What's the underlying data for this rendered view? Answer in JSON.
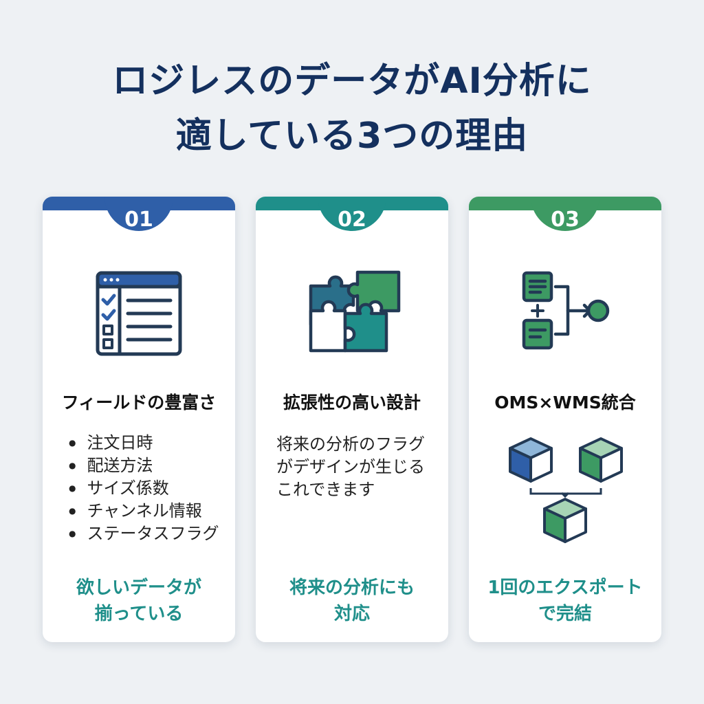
{
  "title": {
    "line1": "ロジレスのデータがAI分析に",
    "line2": "適している3つの理由"
  },
  "colors": {
    "title": "#14305e",
    "card1_accent": "#2f5fa8",
    "card2_accent": "#1f8f8a",
    "card3_accent": "#3d9a63",
    "icon_stroke": "#233a55",
    "footer_text": "#1f8f8a"
  },
  "cards": [
    {
      "number": "01",
      "icon": "checklist-window-icon",
      "heading": "フィールドの豊富さ",
      "items": [
        "注文日時",
        "配送方法",
        "サイズ係数",
        "チャンネル情報",
        "ステータスフラグ"
      ],
      "footer_line1": "欲しいデータが",
      "footer_line2": "揃っている"
    },
    {
      "number": "02",
      "icon": "puzzle-pieces-icon",
      "heading": "拡張性の高い設計",
      "desc_line1": "将来の分析のフラグ",
      "desc_line2": "がデザインが生じる",
      "desc_line3": "これできます",
      "footer_line1": "将来の分析にも",
      "footer_line2": "対応"
    },
    {
      "number": "03",
      "icon": "merge-documents-icon",
      "heading": "OMS×WMS統合",
      "box_icon": "boxes-merge-icon",
      "footer_line1": "1回のエクスポート",
      "footer_line2": "で完結"
    }
  ]
}
